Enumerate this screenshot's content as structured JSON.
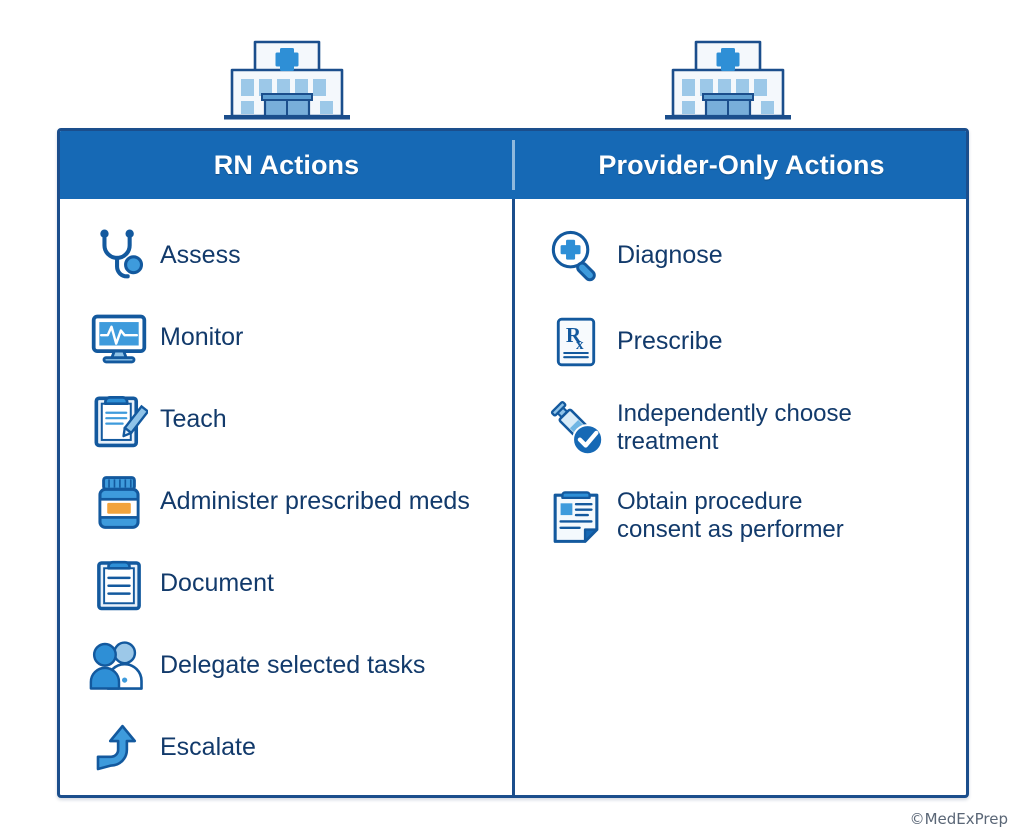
{
  "graphic": {
    "title_left": "RN Actions",
    "title_right": "Provider-Only Actions",
    "watermark": "©MedExPrep",
    "colors": {
      "header_blue": "#1669B5",
      "border_navy": "#1B4E8C",
      "text_navy": "#123A6B",
      "icon_blue": "#2E8FD6",
      "icon_light_blue": "#9CC8E8",
      "accent_orange": "#F2A33C",
      "watermark_gray": "#5A6676"
    }
  },
  "top_icons": [
    {
      "name": "hospital-building-left",
      "label": "hospital-icon"
    },
    {
      "name": "hospital-building-right",
      "label": "hospital-icon"
    }
  ],
  "columns": {
    "left": {
      "header": "RN Actions",
      "items": [
        {
          "icon": "stethoscope-icon",
          "label": "Assess"
        },
        {
          "icon": "heart-monitor-icon",
          "label": "Monitor"
        },
        {
          "icon": "clipboard-pencil-icon",
          "label": "Teach"
        },
        {
          "icon": "pill-bottle-icon",
          "label": "Administer prescribed meds"
        },
        {
          "icon": "clipboard-lines-icon",
          "label": "Document"
        },
        {
          "icon": "two-people-icon",
          "label": "Delegate selected tasks"
        },
        {
          "icon": "curved-up-arrow-icon",
          "label": "Escalate"
        }
      ]
    },
    "right": {
      "header": "Provider-Only Actions",
      "items": [
        {
          "icon": "magnifier-cross-icon",
          "label": "Diagnose"
        },
        {
          "icon": "rx-pad-icon",
          "label": "Prescribe"
        },
        {
          "icon": "syringe-check-icon",
          "label": "Independently choose treatment",
          "line1": "Independently choose",
          "line2": "treatment"
        },
        {
          "icon": "consent-document-icon",
          "label": "Obtain procedure consent as performer",
          "line1": "Obtain procedure",
          "line2": "consent as performer"
        }
      ]
    }
  }
}
